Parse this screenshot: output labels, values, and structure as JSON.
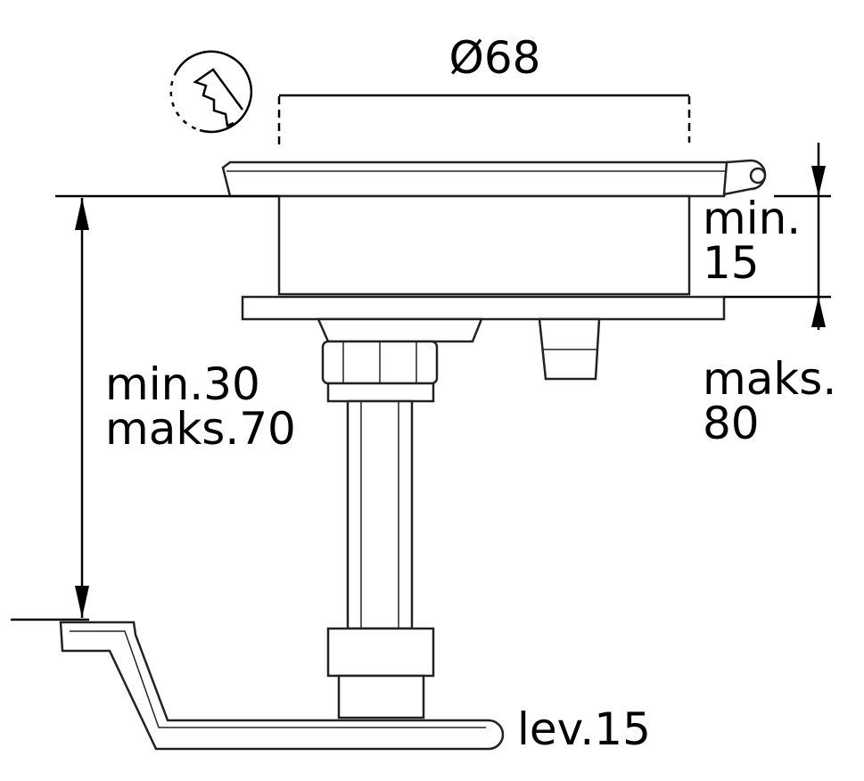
{
  "diagram": {
    "diameter_label": "Ø68",
    "top_thickness": {
      "line1": "min.",
      "line2": "15"
    },
    "max_total": {
      "line1": "maks.",
      "line2": "80"
    },
    "panel_range": {
      "line1": "min.30",
      "line2": "maks.70"
    },
    "lever_label": "lev.15",
    "icon": "saw-cut-icon"
  }
}
